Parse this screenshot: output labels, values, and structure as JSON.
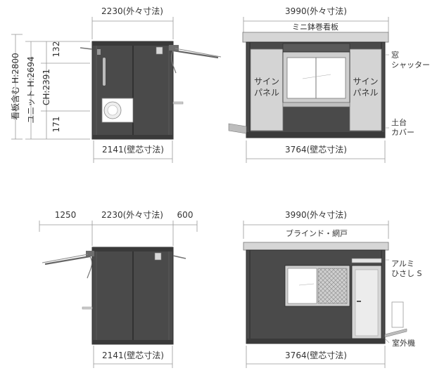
{
  "front_top": {
    "width_outer": "2230(外々寸法)",
    "width_wall": "2141(壁芯寸法)",
    "height_with_sign": "看板含む H:2800",
    "unit_height": "ユニット H:2694",
    "ceiling_height": "CH:2391",
    "dim_upper": "132",
    "dim_lower": "171"
  },
  "side_top": {
    "width_outer": "3990(外々寸法)",
    "width_wall": "3764(壁芯寸法)",
    "sign_board": "ミニ鉢巻看板",
    "sign_panel_left": "サイン\nパネル",
    "sign_panel_right": "サイン\nパネル",
    "window_shutter": "窓\nシャッター",
    "base_cover": "土台\nカバー"
  },
  "front_bottom": {
    "dim_left": "1250",
    "width_outer": "2230(外々寸法)",
    "dim_right": "600",
    "width_wall": "2141(壁芯寸法)"
  },
  "side_bottom": {
    "width_outer": "3990(外々寸法)",
    "width_wall": "3764(壁芯寸法)",
    "blind_screen": "ブラインド・網戸",
    "aluminum_canopy": "アルミ\nひさし S",
    "outdoor_unit": "室外機"
  }
}
